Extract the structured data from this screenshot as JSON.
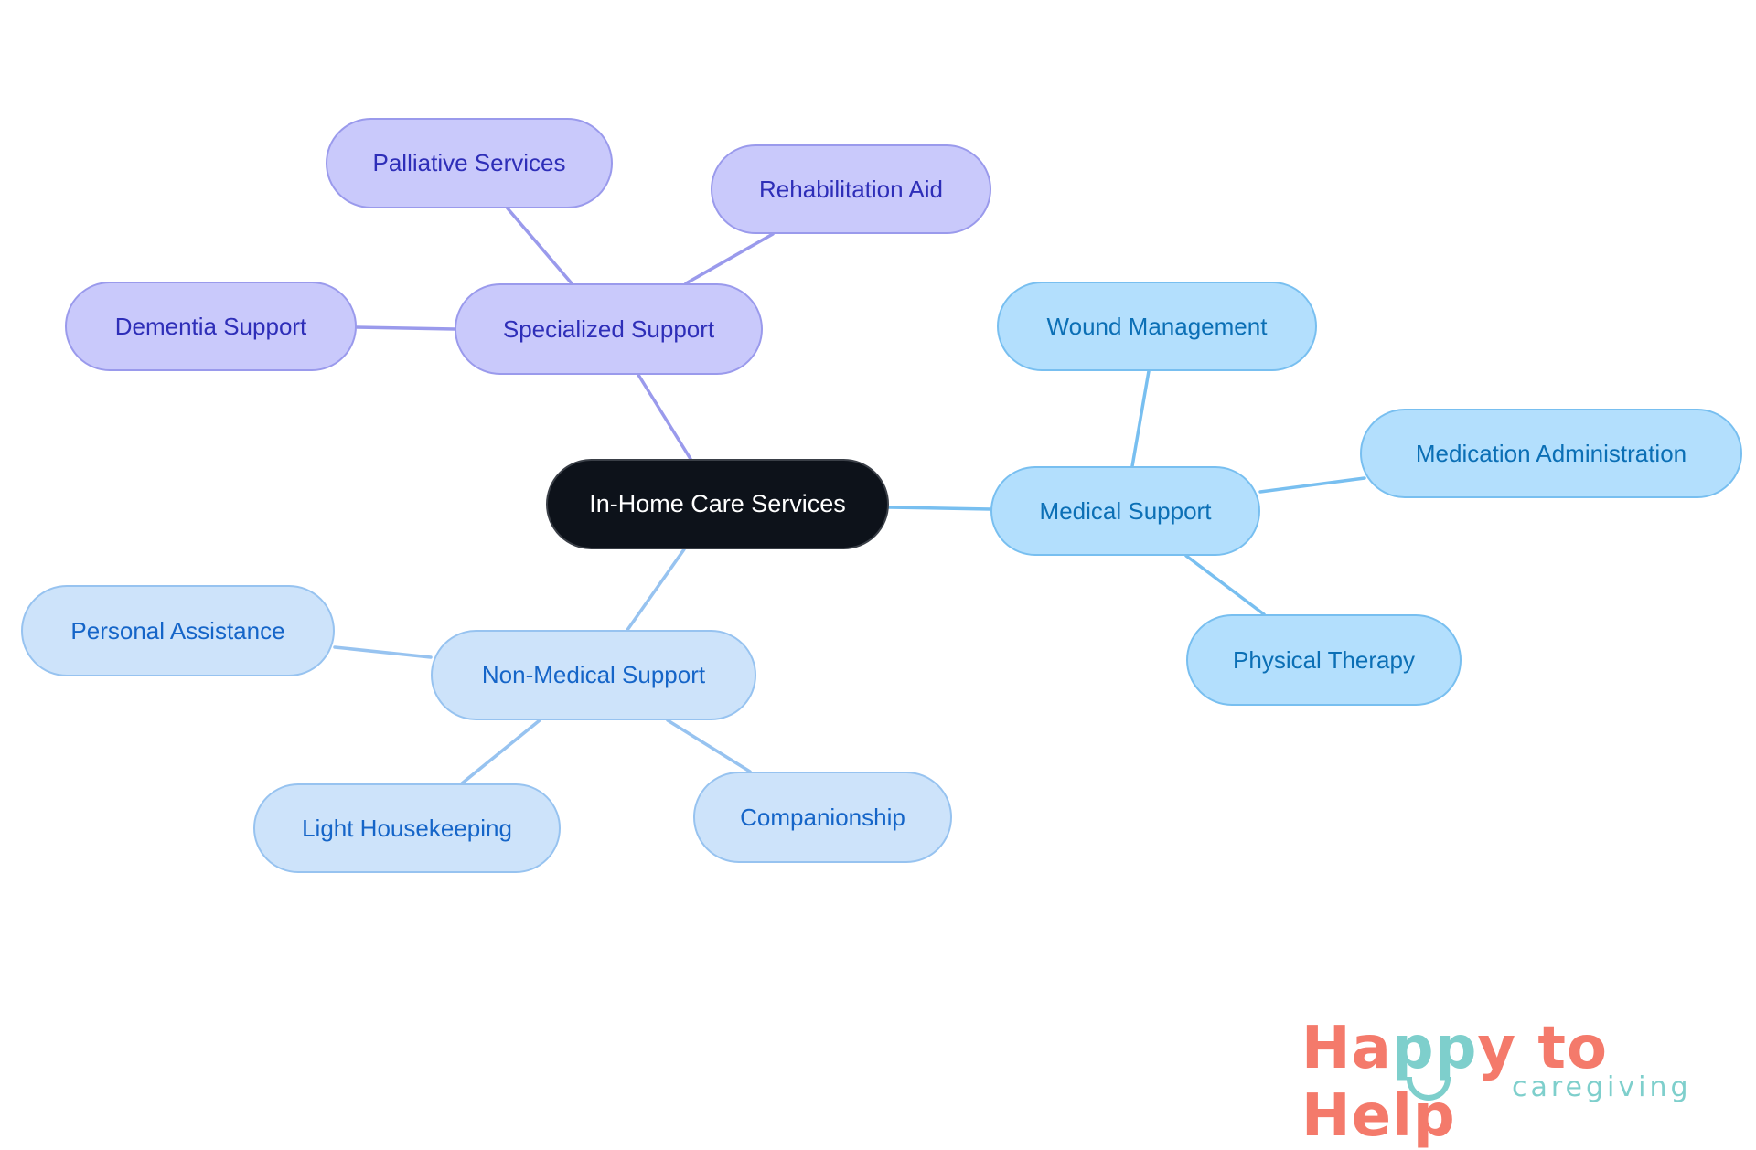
{
  "diagram": {
    "type": "mindmap",
    "root": {
      "label": "In-Home Care Services"
    },
    "branches": [
      {
        "label": "Specialized Support",
        "color": "#c9c9fb",
        "children": [
          "Palliative Services",
          "Rehabilitation Aid",
          "Dementia Support"
        ]
      },
      {
        "label": "Medical Support",
        "color": "#b3dffd",
        "children": [
          "Wound Management",
          "Medication Administration",
          "Physical Therapy"
        ]
      },
      {
        "label": "Non-Medical Support",
        "color": "#cde3fa",
        "children": [
          "Personal Assistance",
          "Light Housekeeping",
          "Companionship"
        ]
      }
    ]
  },
  "nodes": {
    "root": "In-Home Care Services",
    "specialized": "Specialized Support",
    "palliative": "Palliative Services",
    "rehab": "Rehabilitation Aid",
    "dementia": "Dementia Support",
    "medical": "Medical Support",
    "wound": "Wound Management",
    "medication": "Medication Administration",
    "physical": "Physical Therapy",
    "nonmedical": "Non-Medical Support",
    "personal": "Personal Assistance",
    "housekeeping": "Light Housekeeping",
    "companionship": "Companionship"
  },
  "logo": {
    "part1": "Ha",
    "part2": "pp",
    "part3": "y to Help",
    "tagline": "caregiving"
  },
  "colors": {
    "root_fill": "#0d121a",
    "specialized_fill": "#c9c9fb",
    "medical_fill": "#b3dffd",
    "nonmedical_fill": "#cde3fa",
    "logo_coral": "#f47a6b",
    "logo_teal": "#7ecfcc"
  }
}
